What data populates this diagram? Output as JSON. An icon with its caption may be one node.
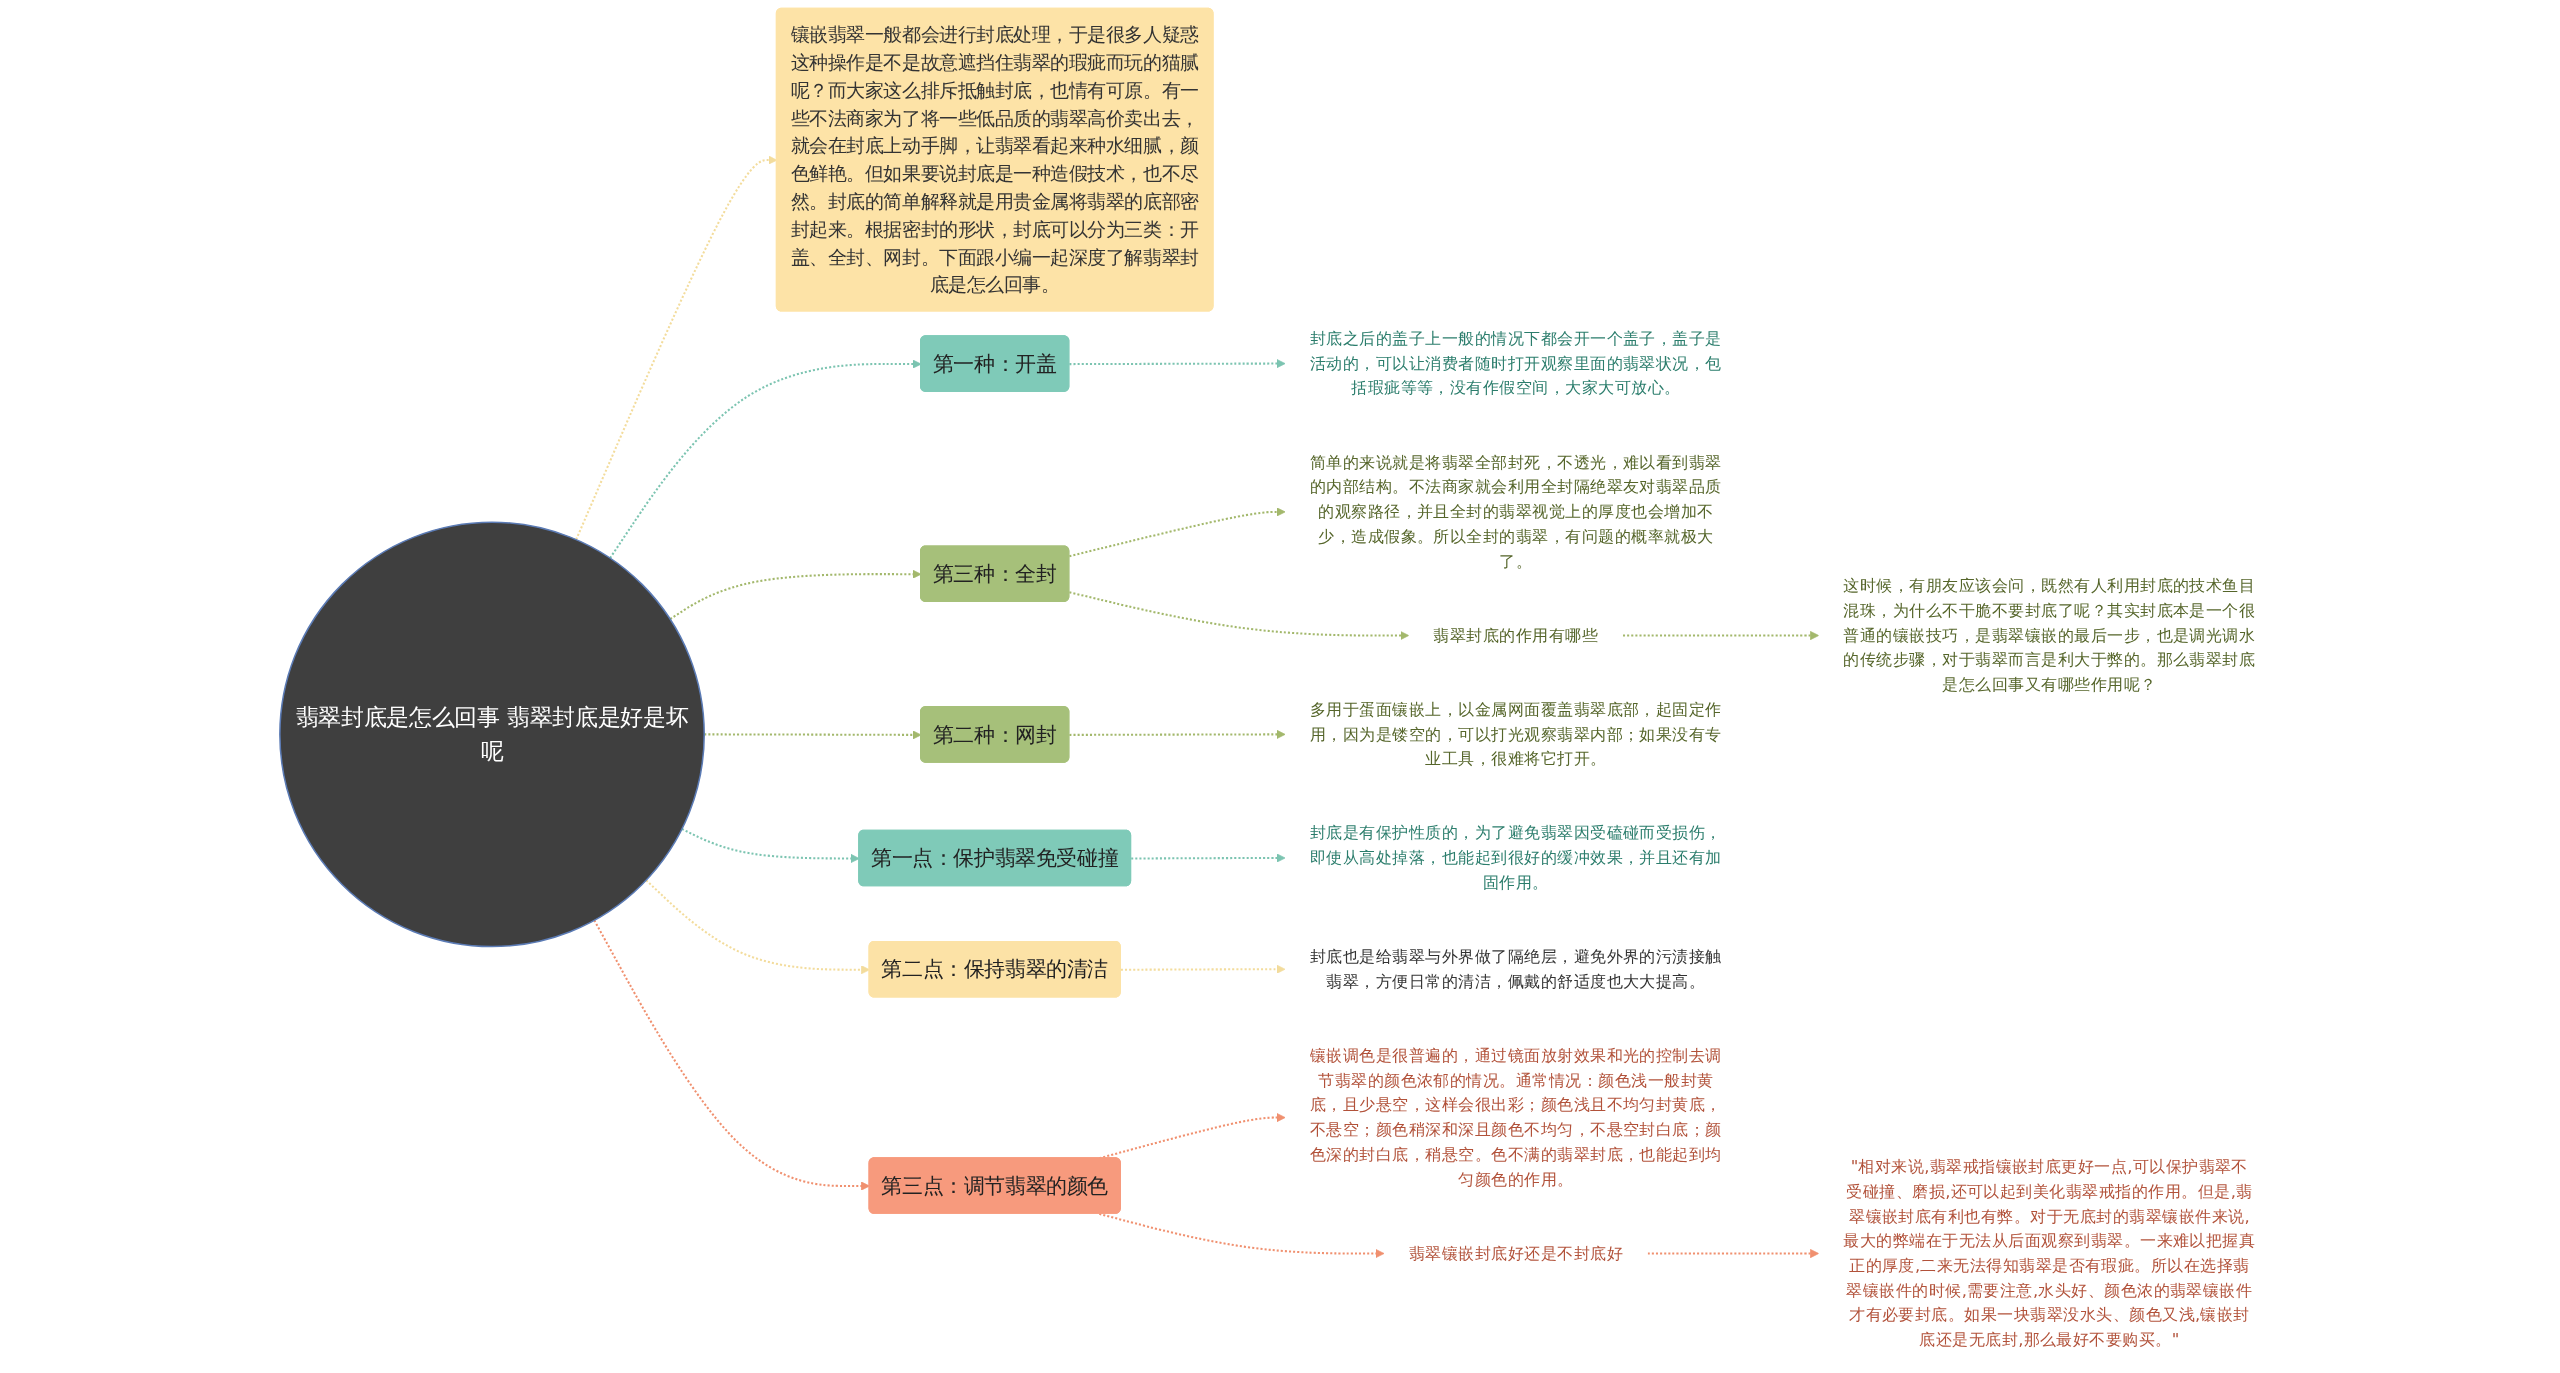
{
  "diagram": {
    "nodes": [
      {
        "text": [
          "翡翠封底是怎么回事 翡翠封底是好是坏呢"
        ]
      },
      {
        "text": [
          "镶嵌翡翠一般都会进行封底处理，于是很多人疑惑这种操作是不是故意遮挡住翡翠的瑕疵而玩的猫腻呢？而大家这么排斥抵触封底，也情有可原。有一些不法商家为了将一些低品质的翡翠高价卖出去，就会在封底上动手脚，让翡翠看起来种水细腻，颜色鲜艳。但如果要说封底是一种造假技术，也不尽然。封底的简单解释就是用贵金属将翡翠的底部密封起来。根据密封的形状，封底可以分为三类：开盖、全封、网封。下面跟小编一起深度了解翡翠封底是怎么回事。"
        ]
      },
      {
        "text": [
          "第一种：开盖"
        ]
      },
      {
        "text": [
          "封底之后的盖子上一般的情况下都会开一个盖子，盖子是活动的，可以让消费者随时打开观察里面的翡翠状况，包括瑕疵等等，没有作假空间，大家大可放心。"
        ]
      },
      {
        "text": [
          "第三种：全封"
        ]
      },
      {
        "text": [
          "简单的来说就是将翡翠全部封死，不透光，难以看到翡翠的内部结构。不法商家就会利用全封隔绝翠友对翡翠品质的观察路径，并且全封的翡翠视觉上的厚度也会增加不少，造成假象。所以全封的翡翠，有问题的概率就极大了。"
        ]
      },
      {
        "text": [
          "翡翠封底的作用有哪些"
        ]
      },
      {
        "text": [
          "这时候，有朋友应该会问，既然有人利用封底的技术鱼目混珠，为什么不干脆不要封底了呢？其实封底本是一个很普通的镶嵌技巧，是翡翠镶嵌的最后一步，也是调光调水的传统步骤，对于翡翠而言是利大于弊的。那么翡翠封底是怎么回事又有哪些作用呢？"
        ]
      },
      {
        "text": [
          "第二种：网封"
        ]
      },
      {
        "text": [
          "多用于蛋面镶嵌上，以金属网面覆盖翡翠底部，起固定作用，因为是镂空的，可以打光观察翡翠内部；如果没有专业工具，很难将它打开。"
        ]
      },
      {
        "text": [
          "第一点：保护翡翠免受碰撞"
        ]
      },
      {
        "text": [
          "封底是有保护性质的，为了避免翡翠因受磕碰而受损伤，即使从高处掉落，也能起到很好的缓冲效果，并且还有加固作用。"
        ]
      },
      {
        "text": [
          "第二点：保持翡翠的清洁"
        ]
      },
      {
        "text": [
          "封底也是给翡翠与外界做了隔绝层，避免外界的污渍接触翡翠，方便日常的清洁，佩戴的舒适度也大大提高。"
        ]
      },
      {
        "text": [
          "第三点：调节翡翠的颜色"
        ]
      },
      {
        "text": [
          "镶嵌调色是很普遍的，通过镜面放射效果和光的控制去调节翡翠的颜色浓郁的情况。通常情况：颜色浅一般封黄底，且少悬空，这样会很出彩；颜色浅且不均匀封黄底，不悬空；颜色稍深和深且颜色不均匀，不悬空封白底；颜色深的封白底，稍悬空。色不满的翡翠封底，也能起到均匀颜色的作用。"
        ]
      },
      {
        "text": [
          "翡翠镶嵌封底好还是不封底好"
        ]
      },
      {
        "text": [
          "\"相对来说,翡翠戒指镶嵌封底更好一点,可以保护翡翠不受碰撞、磨损,还可以起到美化翡翠戒指的作用。但是,翡翠镶嵌封底有利也有弊。对于无底封的翡翠镶嵌件来说,最大的弊端在于无法从后面观察到翡翠。一来难以把握真正的厚度,二来无法得知翡翠是否有瑕疵。所以在选择翡翠镶嵌件的时候,需要注意,水头好、颜色浓的翡翠镶嵌件才有必要封底。如果一块翡翠没水头、颜色又浅,镶嵌封底还是无底封,那么最好不要购买。\""
        ]
      }
    ],
    "edges": [
      {
        "from": 0,
        "to": 1,
        "arrow": "to",
        "style": "dashed",
        "color": "#f3dc9c"
      },
      {
        "from": 0,
        "to": 2,
        "arrow": "to",
        "style": "dashed",
        "color": "#7cc4b1"
      },
      {
        "from": 2,
        "to": 3,
        "arrow": "to",
        "style": "dashed",
        "color": "#7cc4b1"
      },
      {
        "from": 0,
        "to": 4,
        "arrow": "to",
        "style": "dashed",
        "color": "#a3b86c"
      },
      {
        "from": 4,
        "to": 5,
        "arrow": "to",
        "style": "dashed",
        "color": "#a3b86c"
      },
      {
        "from": 4,
        "to": 6,
        "arrow": "to",
        "style": "dashed",
        "color": "#a3b86c"
      },
      {
        "from": 6,
        "to": 7,
        "arrow": "to",
        "style": "dashed",
        "color": "#a3b86c"
      },
      {
        "from": 0,
        "to": 8,
        "arrow": "to",
        "style": "dashed",
        "color": "#a3b86c"
      },
      {
        "from": 8,
        "to": 9,
        "arrow": "to",
        "style": "dashed",
        "color": "#a3b86c"
      },
      {
        "from": 0,
        "to": 10,
        "arrow": "to",
        "style": "dashed",
        "color": "#7cc4b1"
      },
      {
        "from": 10,
        "to": 11,
        "arrow": "to",
        "style": "dashed",
        "color": "#7cc4b1"
      },
      {
        "from": 0,
        "to": 12,
        "arrow": "to",
        "style": "dashed",
        "color": "#f3dc9c"
      },
      {
        "from": 12,
        "to": 13,
        "arrow": "to",
        "style": "dashed",
        "color": "#f3dc9c"
      },
      {
        "from": 0,
        "to": 14,
        "arrow": "to",
        "style": "dashed",
        "color": "#f0906f"
      },
      {
        "from": 14,
        "to": 15,
        "arrow": "to",
        "style": "dashed",
        "color": "#f0906f"
      },
      {
        "from": 14,
        "to": 16,
        "arrow": "to",
        "style": "dashed",
        "color": "#f0906f"
      },
      {
        "from": 16,
        "to": 17,
        "arrow": "to",
        "style": "dashed",
        "color": "#f0906f"
      }
    ]
  }
}
